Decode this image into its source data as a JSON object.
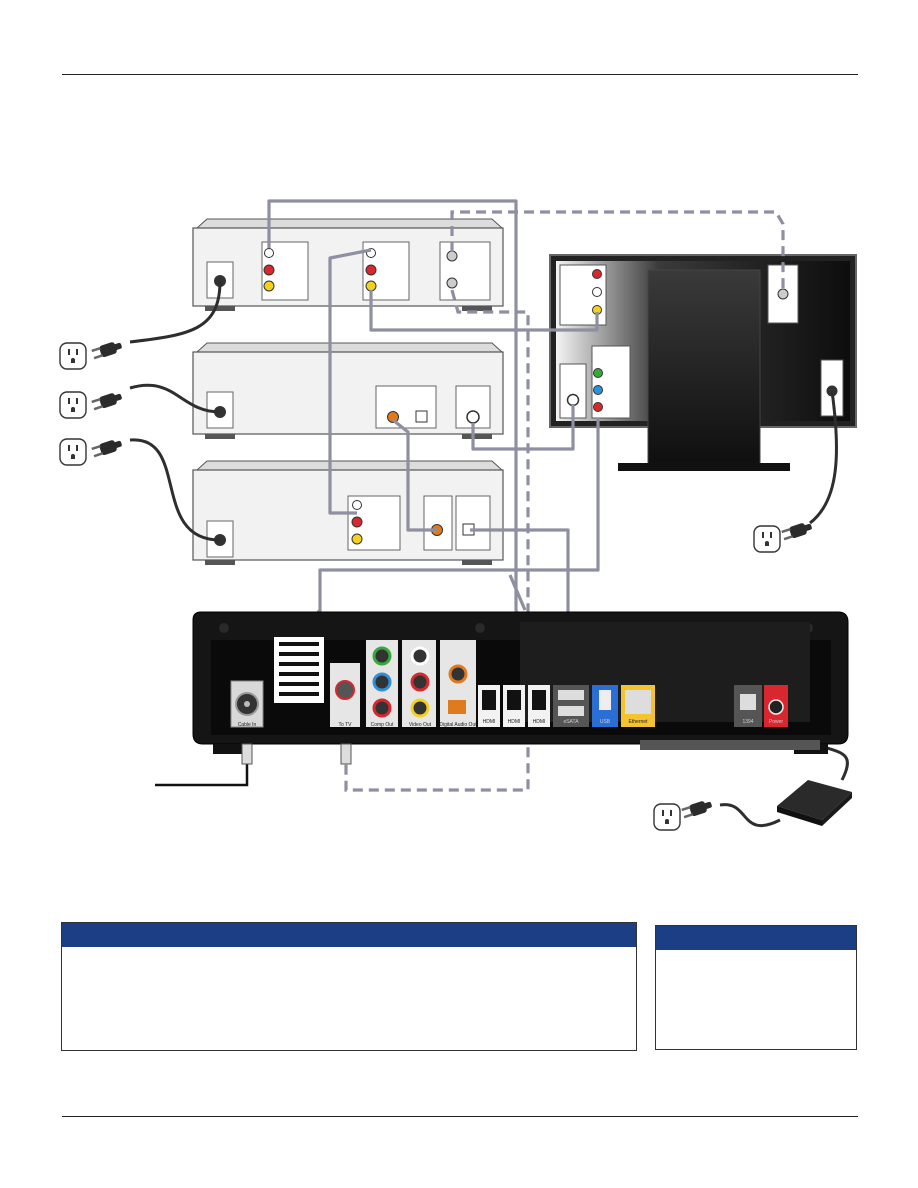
{
  "panels": {
    "left": {
      "heading": "",
      "body": ""
    },
    "right": {
      "heading": "",
      "body": ""
    }
  },
  "receiver_labels": {
    "cable_in": "Cable In",
    "to_tv": "To TV",
    "component_out": "Comp Out",
    "video_out": "Video Out",
    "digital_audio_out": "Digital Audio Out",
    "hdmi_1": "HDMI",
    "hdmi_2": "HDMI",
    "hdmi_3": "HDMI",
    "esata": "eSATA",
    "usb": "USB",
    "ethernet": "Ethernet",
    "ieee1394": "1394",
    "power": "Power"
  },
  "colors": {
    "cable": "#8e8fa0",
    "device_face": "#efefef",
    "receiver_body": "#151515",
    "tv_frame": "#2a2a2a",
    "heading_bar": "#1b3e85",
    "rca_red": "#d8272e",
    "rca_yellow": "#f2d21e",
    "rca_green": "#37a83c",
    "rca_blue": "#2f8fd8",
    "optical_orange": "#e07a1f",
    "ethernet_yellow": "#f4c430",
    "usb_blue": "#2a6fd6"
  },
  "icons": [
    "wall-outlet-icon",
    "power-plug-icon",
    "coax-connector-icon",
    "rca-jack-icon",
    "power-adapter-icon"
  ]
}
